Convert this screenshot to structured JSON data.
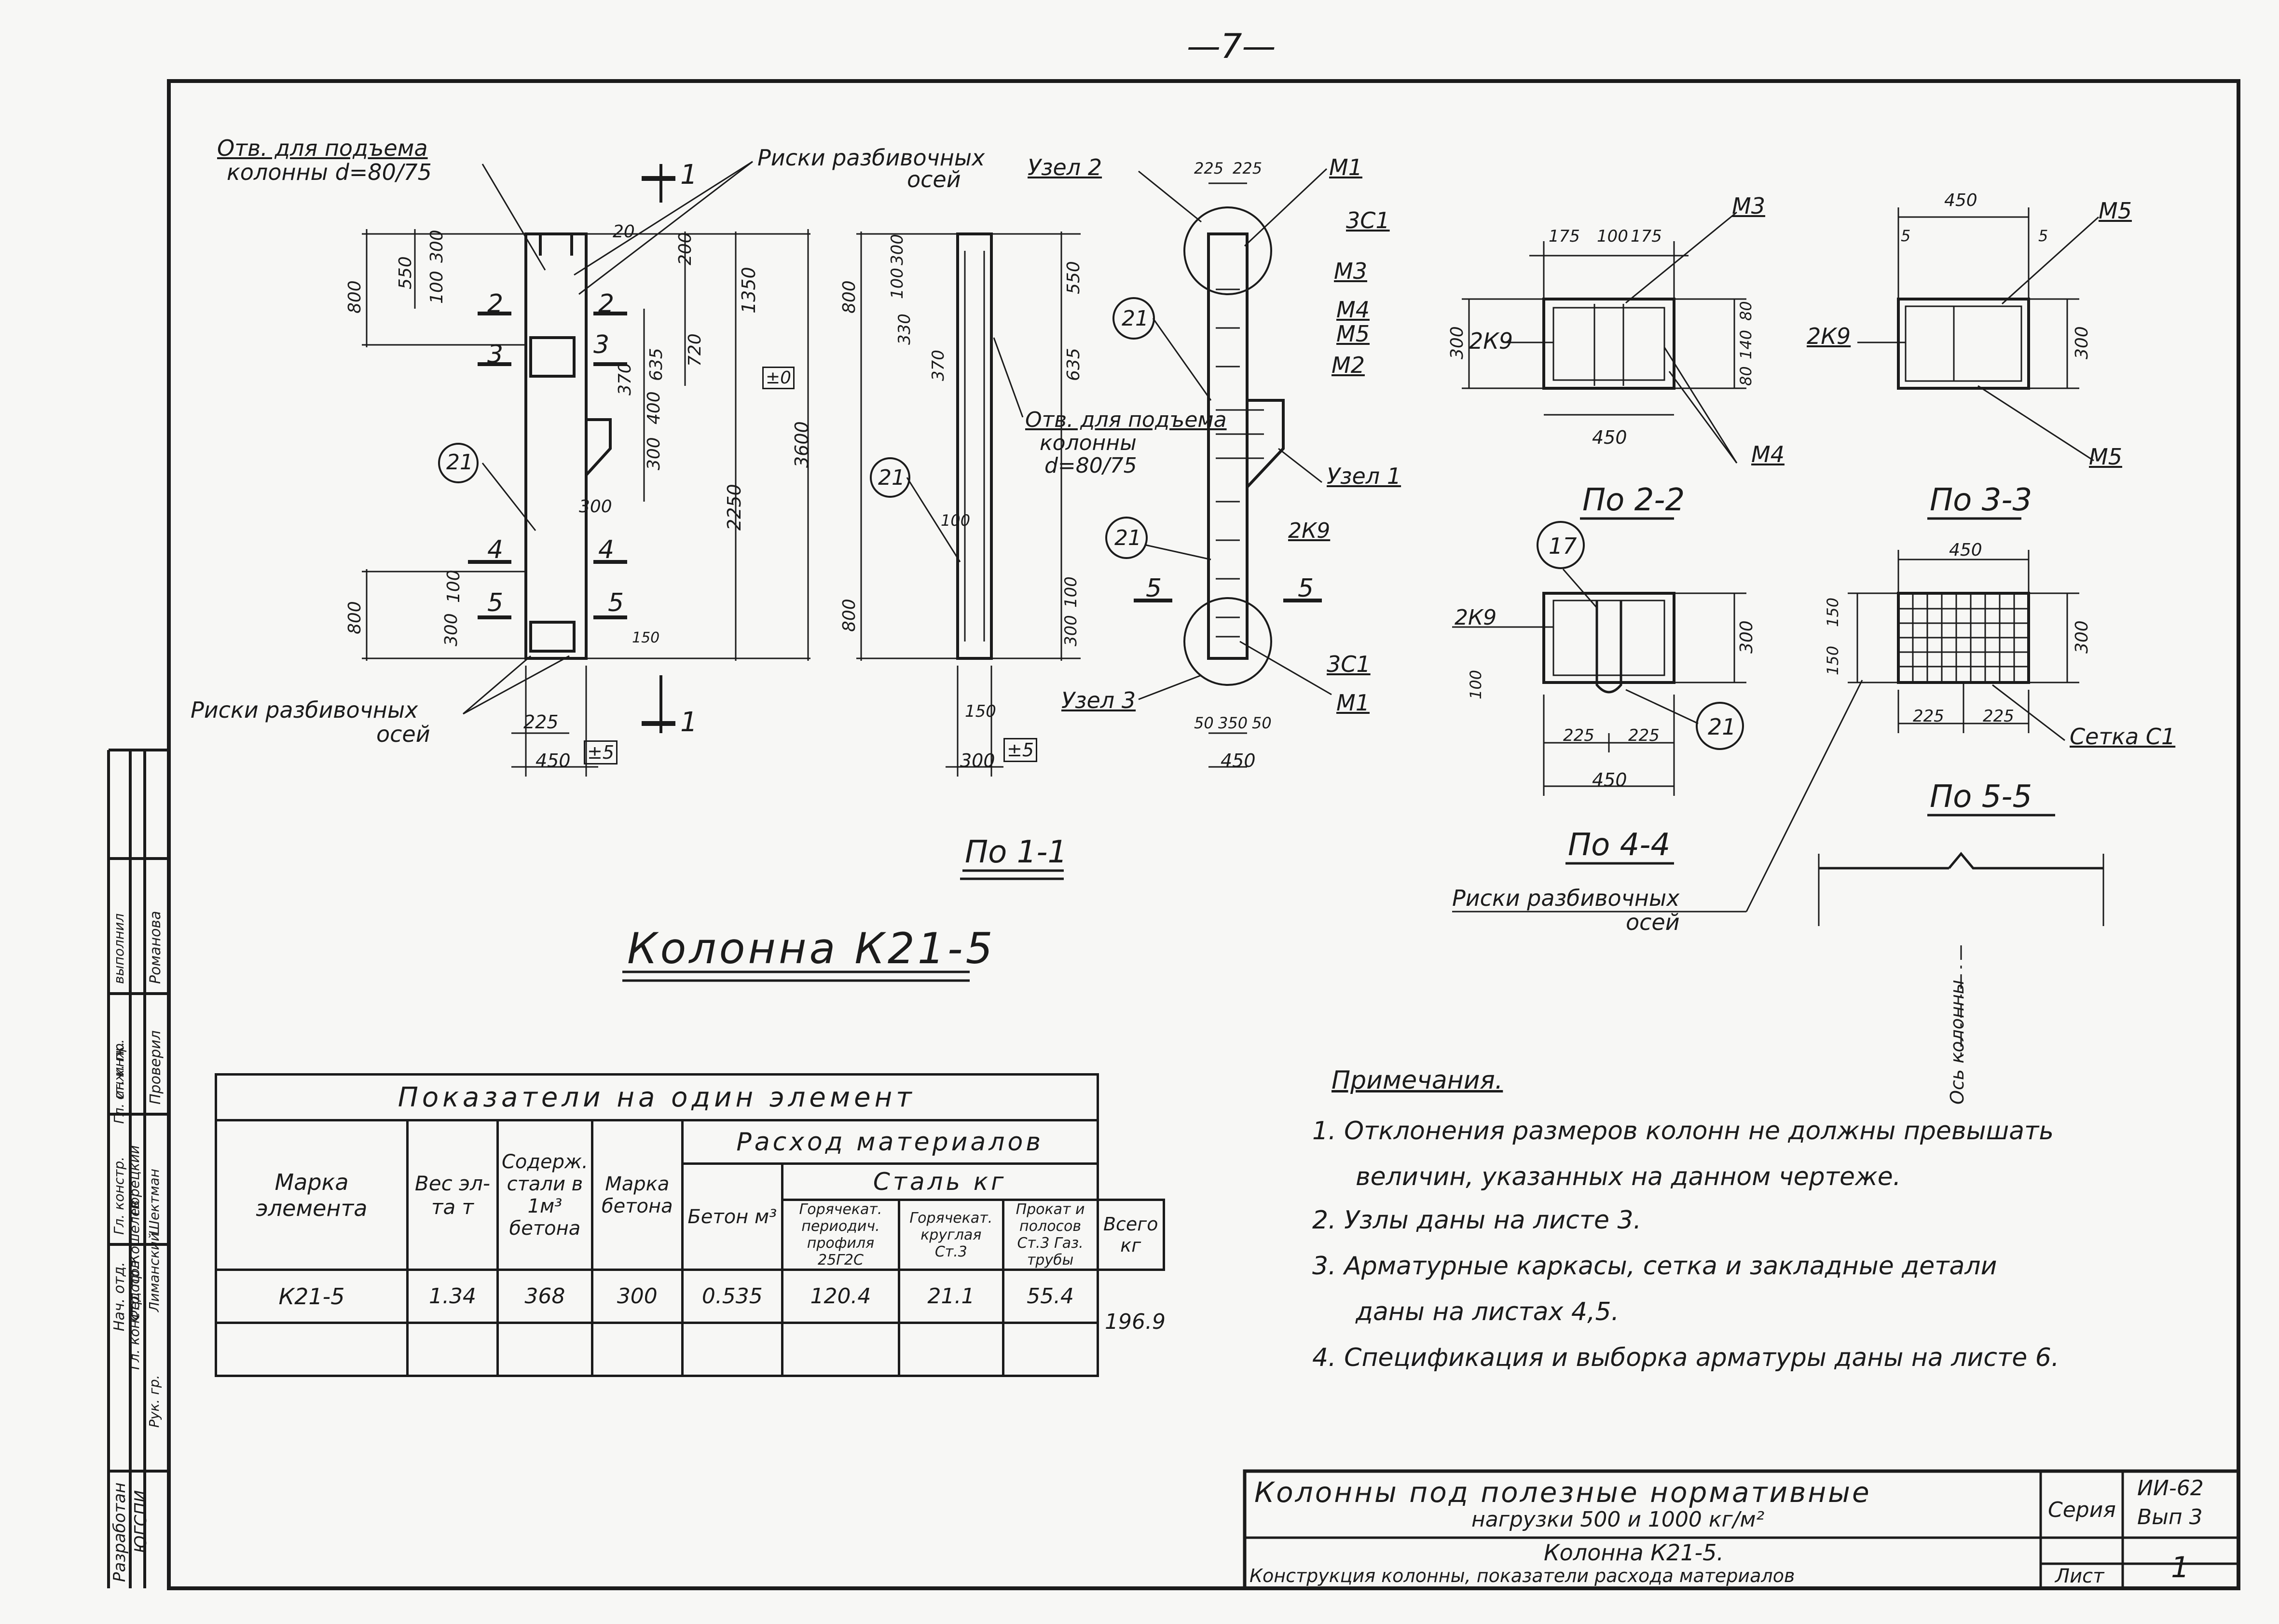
{
  "page_number": "—7—",
  "elevation": {
    "hole_note_1": "Отв. для подъема",
    "hole_note_2": "колонны d=80/75",
    "risks_top_1": "Риски разбивочных",
    "risks_top_2": "осей",
    "risks_bottom_1": "Риски разбивочных",
    "risks_bottom_2": "осей",
    "dims_left": [
      "800",
      "550",
      "100",
      "300",
      "20",
      "200",
      "1350",
      "±0",
      "720",
      "635",
      "370",
      "400",
      "300",
      "3600",
      "2250",
      "300",
      "800",
      "300",
      "100",
      "150",
      "225",
      "450",
      "±5"
    ],
    "section_marks": [
      "1",
      "2",
      "3",
      "4",
      "5"
    ],
    "ref_21": "21"
  },
  "side_view": {
    "hole_note_1": "Отв. для подъема",
    "hole_note_2": "колонны",
    "hole_note_3": "d=80/75",
    "dims": [
      "800",
      "100",
      "300",
      "550",
      "330",
      "370",
      "635",
      "100",
      "800",
      "300",
      "100",
      "150",
      "300",
      "±5"
    ],
    "ref_21": "21"
  },
  "detail_view": {
    "uzel_2": "Узел 2",
    "uzel_1": "Узел 1",
    "uzel_3": "Узел 3",
    "m1_top": "М1",
    "m1_bottom": "М1",
    "zs1_top": "3С1",
    "zs1_bottom": "3С1",
    "m3": "М3",
    "m4": "М4",
    "m5": "М5",
    "m2": "М2",
    "k9": "2К9",
    "ref_21a": "21",
    "ref_21b": "21",
    "dims": [
      "225",
      "225",
      "50",
      "350",
      "50",
      "450"
    ],
    "section_5": "5"
  },
  "section_2_2": {
    "title": "По 2-2",
    "m3": "М3",
    "m4": "М4",
    "k9": "2К9",
    "dims": [
      "175",
      "100",
      "175",
      "300",
      "80",
      "140",
      "80",
      "450"
    ]
  },
  "section_3_3": {
    "title": "По 3-3",
    "m5_top": "М5",
    "m5_bottom": "М5",
    "k9": "2К9",
    "dims": [
      "450",
      "5",
      "5",
      "300"
    ]
  },
  "section_4_4": {
    "title": "По 4-4",
    "ref_17": "17",
    "ref_21": "21",
    "k9": "2К9",
    "dims": [
      "300",
      "100",
      "225",
      "225",
      "450"
    ]
  },
  "section_5_5": {
    "title": "По 5-5",
    "mesh": "Сетка С1",
    "dims": [
      "450",
      "150",
      "150",
      "300",
      "225",
      "225"
    ],
    "axis_label": "Ось колонны",
    "risks_1": "Риски разбивочных",
    "risks_2": "осей"
  },
  "section_1_1_title": "По 1-1",
  "column_title": "Колонна К21-5",
  "table": {
    "title": "Показатели на один элемент",
    "col_mark": "Марка элемента",
    "col_weight": "Вес эл-та т",
    "col_steel_content": "Содерж. стали в 1м³ бетона",
    "col_concrete_grade": "Марка бетона",
    "col_consumption": "Расход материалов",
    "col_concrete": "Бетон м³",
    "col_steel": "Сталь кг",
    "col_hot_periodic": "Горячекат. периодич. профиля 25Г2С",
    "col_hot_round": "Горячекат. круглая Ст.3",
    "col_rolled": "Прокат и полосов Ст.3 Газ. трубы",
    "col_total": "Всего кг",
    "rows": [
      {
        "mark": "К21-5",
        "weight": "1.34",
        "steel_content": "368",
        "grade": "300",
        "concrete": "0.535",
        "hot_periodic": "120.4",
        "hot_round": "21.1",
        "rolled": "55.4",
        "total": "196.9"
      }
    ]
  },
  "notes": {
    "title": "Примечания.",
    "items": [
      "1. Отклонения размеров колонн не должны превышать",
      "величин, указанных на данном чертеже.",
      "2. Узлы даны на листе 3.",
      "3. Арматурные каркасы, сетка и закладные детали",
      "даны на листах 4,5.",
      "4. Спецификация и выборка арматуры даны на листе 6."
    ]
  },
  "title_block": {
    "line1": "Колонны под полезные нормативные",
    "line2": "нагрузки 500 и 1000 кг/м²",
    "series_label": "Серия",
    "series_value": "ИИ-62",
    "issue": "Вып 3",
    "line3": "Колонна К21-5.",
    "line4": "Конструкция колонны, показатели расхода материалов",
    "sheet_label": "Лист",
    "sheet_value": "1"
  },
  "side_stamp": {
    "developed": "Разработан",
    "org": "ЮГСПИ",
    "roles": [
      "Нач. отд.",
      "Гл. констр. пр.",
      "Рук. гр.",
      "Гл. констр.",
      "Гл. инж. пр.",
      "ст. инж.",
      "Проверил",
      "выполнил"
    ],
    "names": [
      "Кошелев",
      "Федосов",
      "Лиманский",
      "Порецкий",
      "Шектман",
      "Романова"
    ]
  }
}
